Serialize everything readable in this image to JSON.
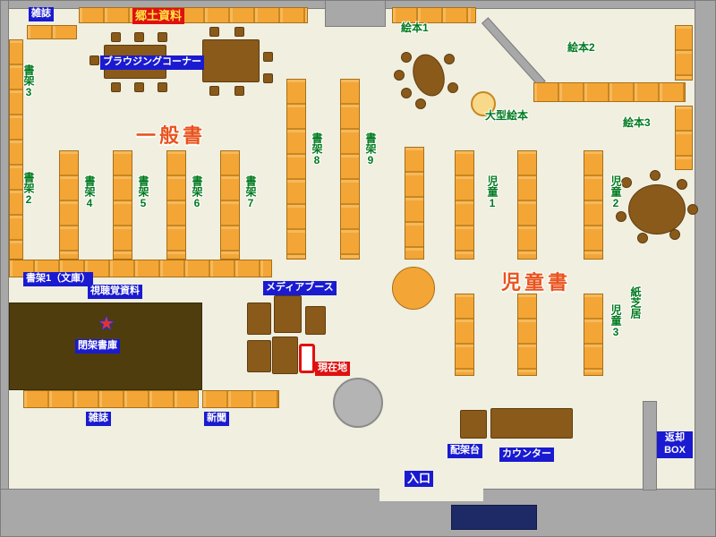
{
  "labels": {
    "magazines_top": "雑誌",
    "local_materials": "郷土資料",
    "browsing_corner": "ブラウジングコーナー",
    "picture_books_1": "絵本1",
    "picture_books_2": "絵本2",
    "picture_books_3": "絵本3",
    "large_picture_books": "大型絵本",
    "general_books_area": "一般書",
    "children_books_area": "児童書",
    "shelf_1_bunko": "書架1（文庫）",
    "shelf_2": "書架2",
    "shelf_3": "書架3",
    "shelf_4": "書架4",
    "shelf_5": "書架5",
    "shelf_6": "書架6",
    "shelf_7": "書架7",
    "shelf_8": "書架8",
    "shelf_9": "書架9",
    "audio_visual": "視聴覚資料",
    "closed_stacks": "閉架書庫",
    "media_booth": "メディアブース",
    "current_location": "現在地",
    "children_1": "児童1",
    "children_2": "児童2",
    "children_3": "児童3",
    "kamishibai": "紙芝居",
    "magazines_bottom": "雑誌",
    "newspapers": "新聞",
    "sorting_stand": "配架台",
    "counter": "カウンター",
    "entrance": "入口",
    "return_box_line1": "返却",
    "return_box_line2": "BOX"
  },
  "icons": {
    "closed_stacks_star": "★"
  },
  "colors": {
    "floor": "#f0efe0",
    "wall": "#a8a8a8",
    "wall_border": "#7d7d7d",
    "shelf": "#f3a636",
    "shelf_light": "#f6b95c",
    "shelf_divider": "#c9861e",
    "shelf_border": "#a96f15",
    "table_brown": "#8a5a1b",
    "table_border": "#5f3c0e",
    "closed_stacks_bg": "#4f3d0e",
    "chip_blue": "#1a1ad0",
    "chip_red": "#e01010",
    "local_materials_text": "#ffe342",
    "label_green": "#00791e",
    "area_red": "#e9531d",
    "entrance_mat": "#1d2a66",
    "pillar_gray": "#b4b4b4",
    "star_red": "#e03333",
    "star_outline": "#2233bb"
  }
}
